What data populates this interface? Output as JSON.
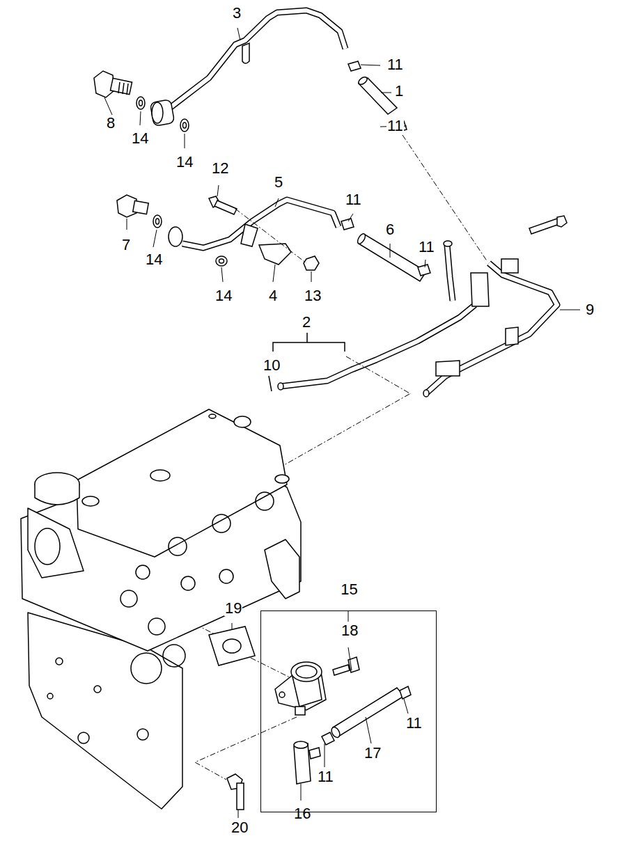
{
  "diagram": {
    "nodes": [
      {
        "text": [
          "15"
        ]
      }
    ],
    "labels": [
      "3",
      "11",
      "1",
      "11",
      "8",
      "14",
      "14",
      "12",
      "5",
      "11",
      "6",
      "11",
      "7",
      "14",
      "14",
      "4",
      "13",
      "2",
      "9",
      "10",
      "18",
      "19",
      "11",
      "17",
      "11",
      "16",
      "20"
    ]
  }
}
